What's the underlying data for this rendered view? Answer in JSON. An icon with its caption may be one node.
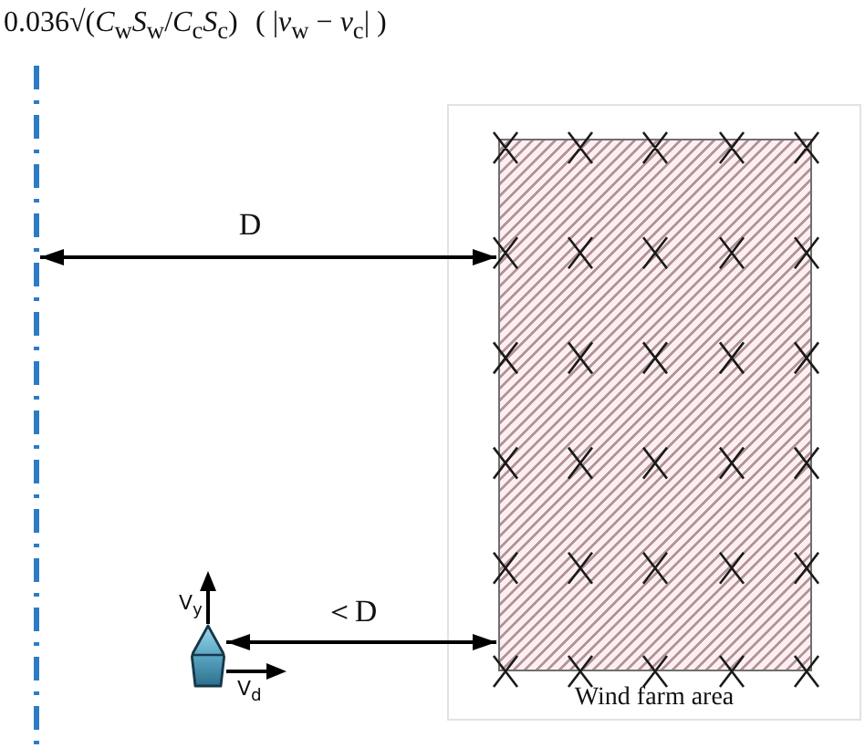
{
  "diagram": {
    "nodes": [
      {
        "text": [],
        "shape": "line"
      },
      {
        "text": [
          "Wind farm area"
        ]
      },
      {
        "text": [],
        "shape": "box",
        "in": 1
      },
      {
        "text": [],
        "shape": "picture"
      }
    ],
    "edges": [
      {
        "from": 0,
        "to": 2,
        "arrow": "both",
        "label": "D"
      },
      {
        "from": 3,
        "to": 2,
        "arrow": "both",
        "label": "＜D"
      }
    ],
    "labels": [
      "0.036√(*C*$_{w}$*S*$_{w}$/*C*$_{c}$*S*$_{c}$)",
      "( |*v*$_{w}$ − *v*$_{c}$| )",
      "V$_{y}$",
      "V$_{d}$"
    ]
  }
}
